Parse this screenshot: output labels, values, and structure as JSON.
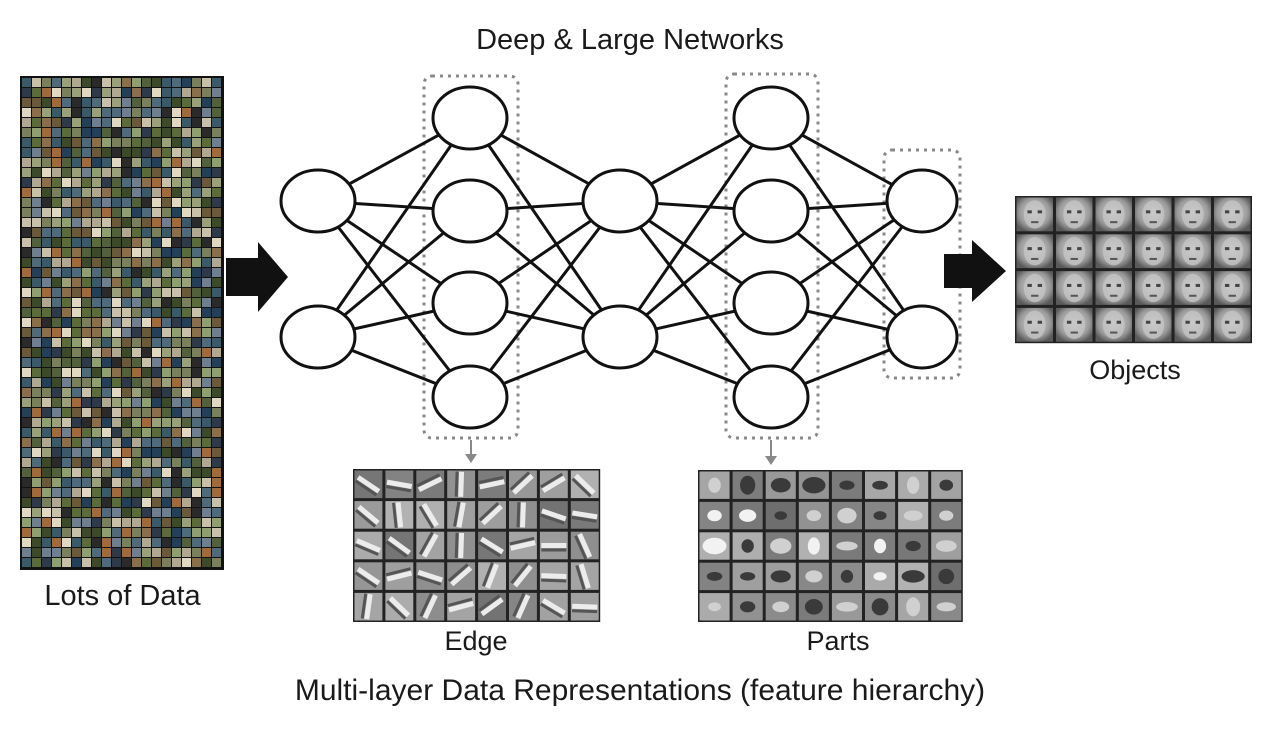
{
  "diagram": {
    "title": "Deep & Large Networks",
    "input_label": "Lots of Data",
    "edge_label": "Edge",
    "parts_label": "Parts",
    "objects_label": "Objects",
    "footer": "Multi-layer Data Representations (feature hierarchy)"
  },
  "colors": {
    "ink": "#111111",
    "dotted_box": "#888888",
    "node_fill": "#ffffff",
    "filter_bg": "#9a9a9a"
  },
  "icons": {
    "input_arrow": "right-block-arrow-icon",
    "output_arrow": "right-block-arrow-icon",
    "edge_pointer": "down-arrow-icon",
    "parts_pointer": "down-arrow-icon"
  }
}
